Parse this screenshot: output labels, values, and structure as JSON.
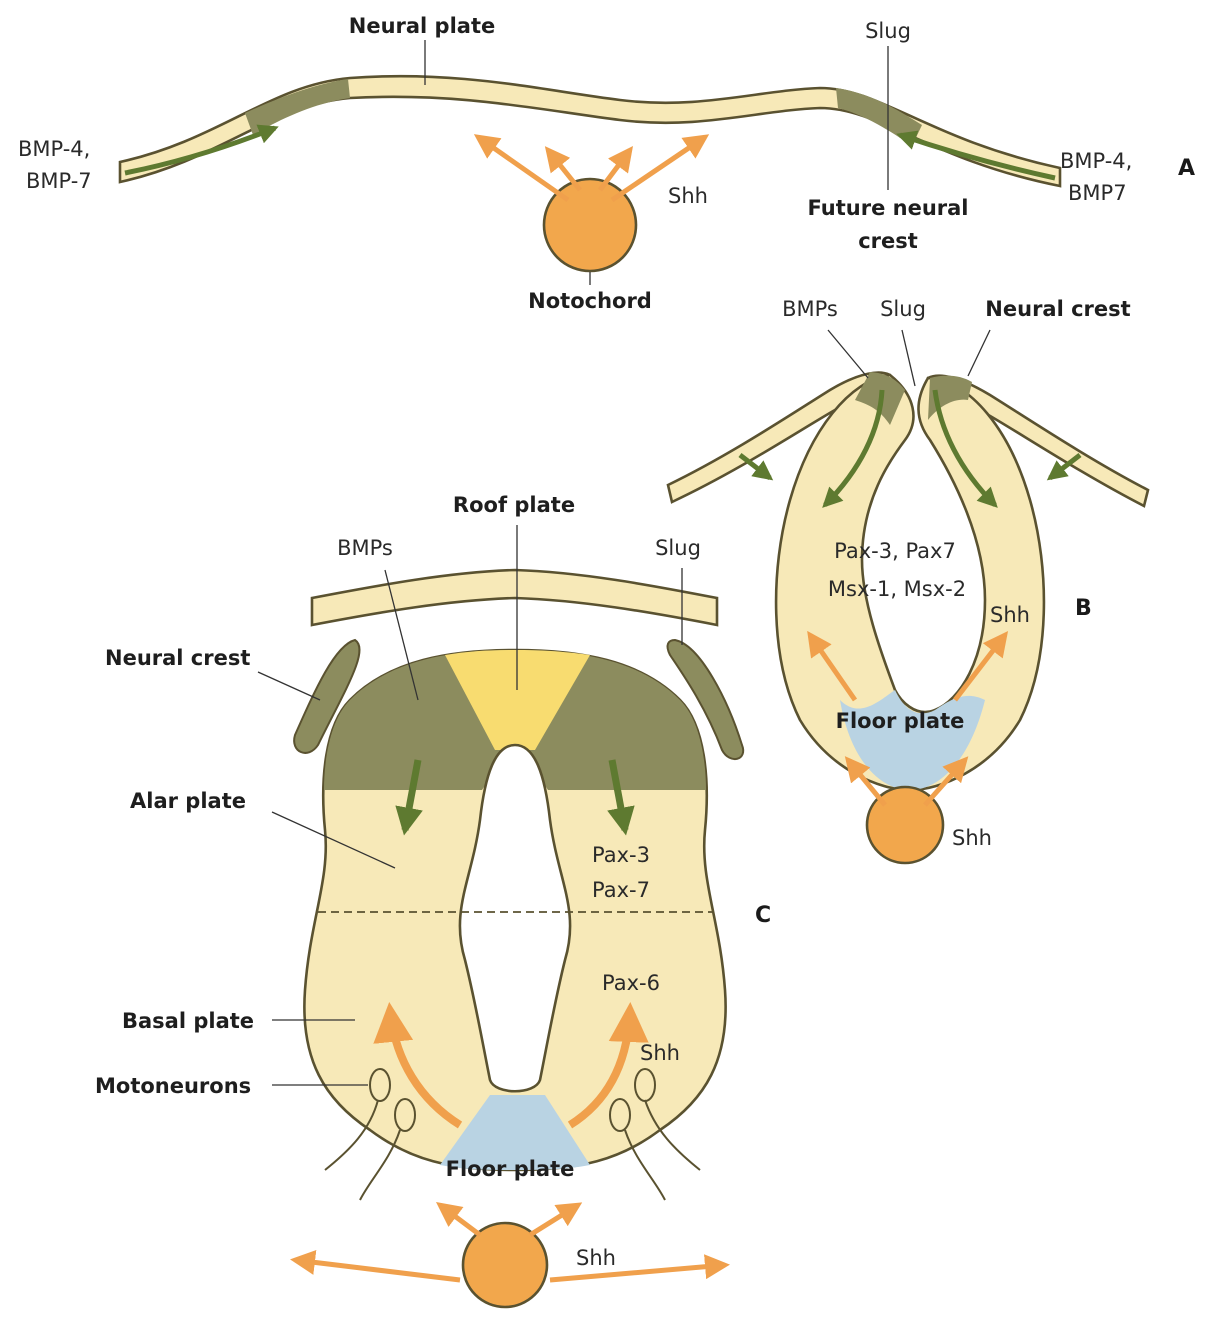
{
  "panels": {
    "a": "A",
    "b": "B",
    "c": "C"
  },
  "panel_a": {
    "neural_plate": "Neural plate",
    "slug": "Slug",
    "bmp_left_1": "BMP-4,",
    "bmp_left_2": "BMP-7",
    "bmp_right_1": "BMP-4,",
    "bmp_right_2": "BMP7",
    "shh": "Shh",
    "future_crest_1": "Future neural",
    "future_crest_2": "crest",
    "notochord": "Notochord"
  },
  "panel_b": {
    "bmps": "BMPs",
    "slug": "Slug",
    "neural_crest": "Neural crest",
    "pax_1": "Pax-3, Pax7",
    "pax_2": "Msx-1, Msx-2",
    "shh_top": "Shh",
    "floor_plate": "Floor plate",
    "shh_bottom": "Shh"
  },
  "panel_c": {
    "roof_plate": "Roof plate",
    "bmps": "BMPs",
    "slug": "Slug",
    "neural_crest": "Neural crest",
    "alar_plate": "Alar plate",
    "pax3": "Pax-3",
    "pax7": "Pax-7",
    "pax6": "Pax-6",
    "basal_plate": "Basal plate",
    "shh_inner": "Shh",
    "motoneurons": "Motoneurons",
    "floor_plate": "Floor plate",
    "shh_bottom": "Shh"
  },
  "colors": {
    "tissue": "#f7e9b8",
    "bmp_zone": "#8c8c5e",
    "roof": "#f8dc70",
    "floor": "#b9d3e3",
    "notochord": "#f2a74c",
    "orange_arrow": "#f0a04c",
    "green_arrow": "#5e7a30"
  }
}
